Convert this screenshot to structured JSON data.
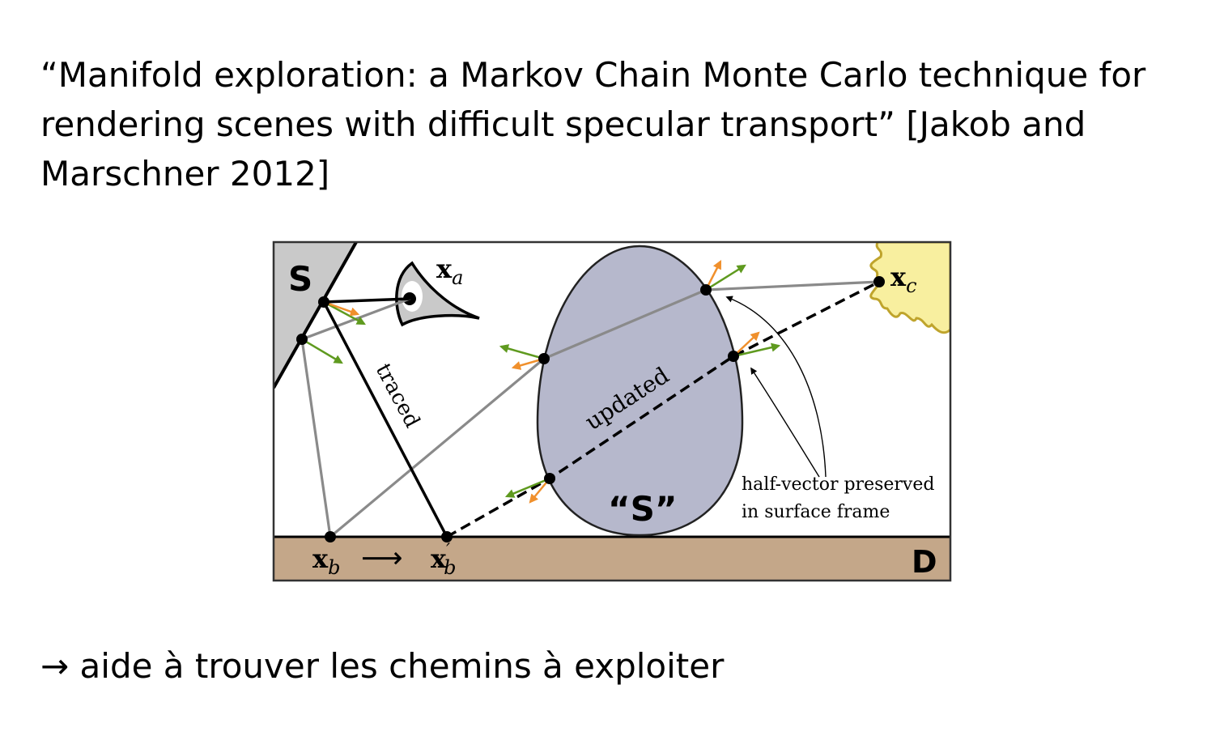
{
  "slide": {
    "title_lines": [
      "“Manifold exploration: a Markov Chain Monte Carlo technique for",
      "rendering scenes with difficult specular transport” [Jakob and",
      "Marschner 2012]"
    ],
    "bottom_text": "→ aide à trouver les chemins à exploiter"
  },
  "figure": {
    "surface_s_label": "S",
    "surface_d_label": "D",
    "egg_label": "“S”",
    "traced_label": "traced",
    "updated_label": "updated",
    "note_line1": "half-vector preserved",
    "note_line2": "in surface frame",
    "xa": {
      "base": "x",
      "sub": "a"
    },
    "xb": {
      "base": "x",
      "sub": "b"
    },
    "xbp": {
      "base": "x",
      "prime": "′",
      "sub": "b"
    },
    "xc": {
      "base": "x",
      "sub": "c"
    },
    "arrow_glyph": "⟶",
    "colors": {
      "surface_s": "#c9c9c9",
      "surface_d": "#c4a789",
      "egg": "#b6b8cc",
      "sun": "#f8ef9f",
      "sun_rim": "#bfa42c",
      "path_gray": "#8a8a8a",
      "normal_green": "#5f9a1f",
      "halfvec_orange": "#f0902c"
    }
  }
}
